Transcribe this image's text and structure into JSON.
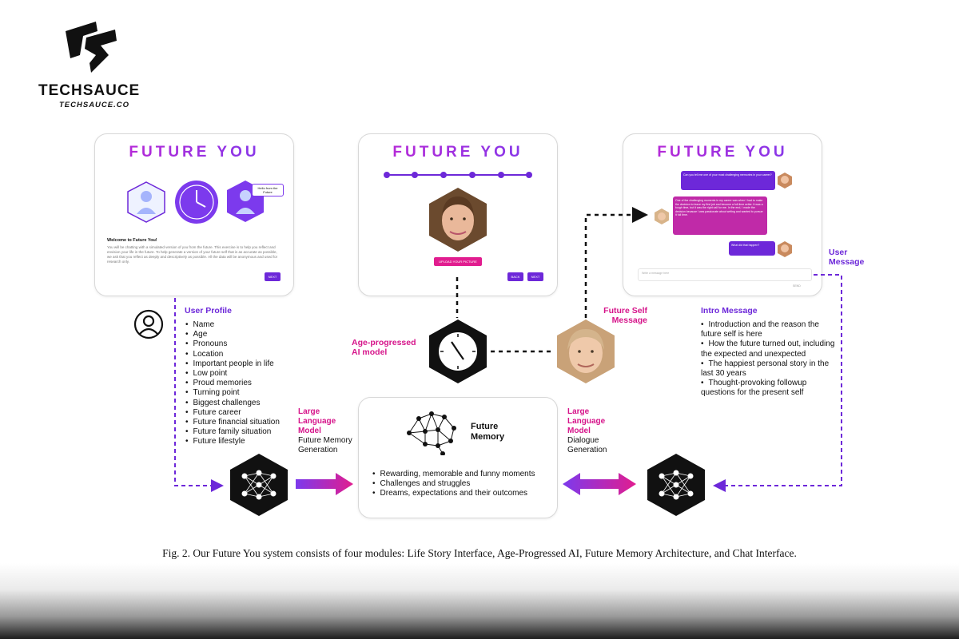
{
  "logo": {
    "name": "TECHSAUCE",
    "url_text": "TECHSAUCE.CO"
  },
  "colors": {
    "purple": "#6d28d9",
    "pink": "#d6148a",
    "gradient_start": "#c026d3",
    "gradient_end": "#7c3aed"
  },
  "cards": {
    "title": "FUTURE YOU",
    "intro": {
      "bubble_text": "Hello from the Future",
      "welcome": "Welcome to Future You!",
      "body": "You will be chatting with a simulated version of you from the future. This exercise is to help you reflect and envision your life in the future. To help generate a version of your future self that is as accurate as possible, we ask that you reflect as deeply and descriptively as possible. All the data will be anonymous and used for research only.",
      "next": "NEXT"
    },
    "age": {
      "upload": "UPLOAD YOUR PICTURE",
      "back": "BACK",
      "next": "NEXT"
    },
    "chat": {
      "msg1": "Can you tell me one of your most challenging memories in your career?",
      "msg2": "One of the challenging moments in my career was when I had to make the decision to leave my first job and become a full-time writer. It was a tough time, but it was the right call for me. In the end, I made the decision because I was passionate about writing and wanted to pursue it full time.",
      "msg3": "What did that happen?",
      "input_placeholder": "Write a message here",
      "send": "SEND"
    }
  },
  "labels": {
    "user_profile": "User Profile",
    "age_model": "Age-progressed AI model",
    "future_self_message": "Future Self Message",
    "intro_message": "Intro Message",
    "user_message": "User Message",
    "llm_left": "Large Language Model",
    "llm_left_sub": "Future Memory Generation",
    "llm_right": "Large Language Model",
    "llm_right_sub": "Dialogue Generation",
    "future_memory": "Future Memory"
  },
  "user_profile_items": [
    "Name",
    "Age",
    "Pronouns",
    "Location",
    "Important people in life",
    "Low point",
    "Proud memories",
    "Turning point",
    "Biggest challenges",
    "Future career",
    "Future financial situation",
    "Future family situation",
    "Future lifestyle"
  ],
  "intro_message_items": [
    "Introduction and the reason the future self is here",
    "How the future turned out, including the expected and unexpected",
    "The happiest personal story in the last 30 years",
    "Thought-provoking followup questions for the present self"
  ],
  "future_memory_items": [
    "Rewarding, memorable and funny moments",
    "Challenges and struggles",
    "Dreams, expectations and their outcomes"
  ],
  "caption": "Fig. 2.  Our Future You system consists of four modules: Life Story Interface, Age-Progressed AI, Future Memory Architecture, and Chat Interface."
}
